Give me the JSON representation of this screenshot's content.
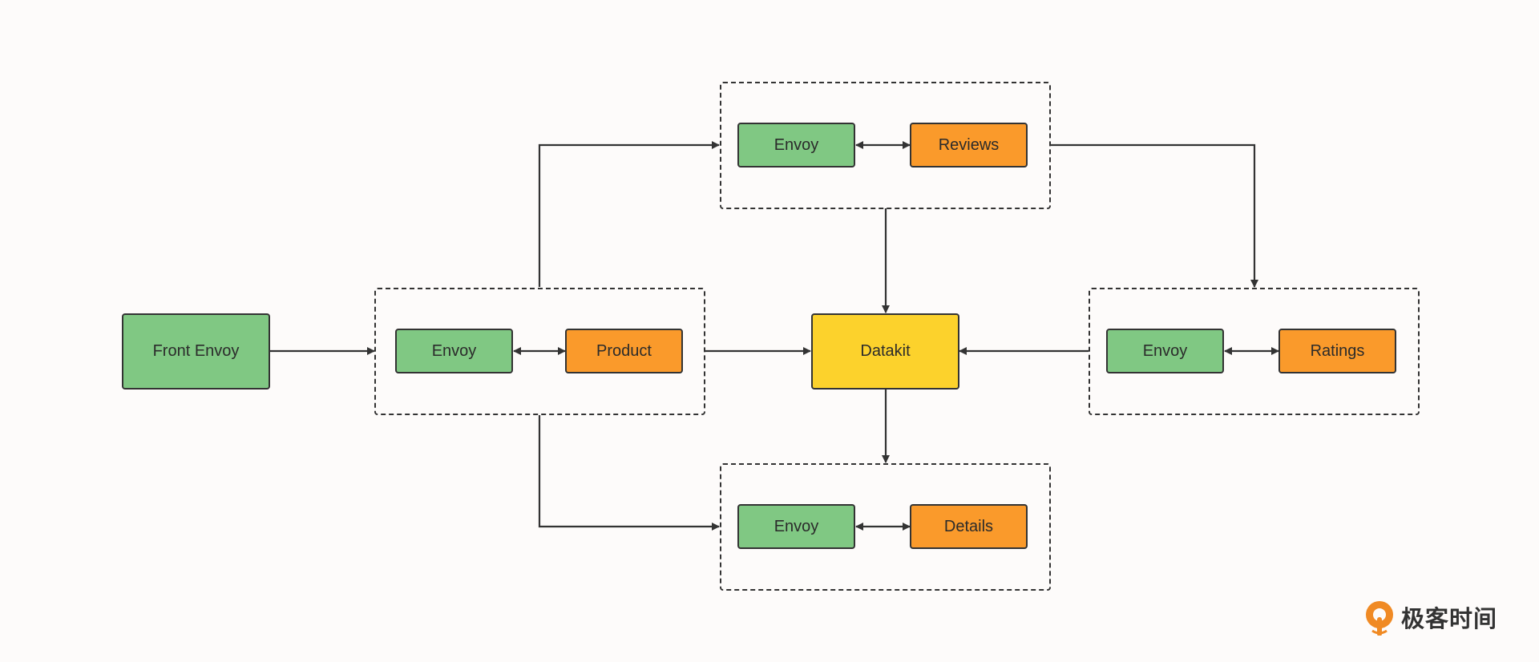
{
  "nodes": {
    "front_envoy": "Front Envoy",
    "product_envoy": "Envoy",
    "product": "Product",
    "reviews_envoy": "Envoy",
    "reviews": "Reviews",
    "details_envoy": "Envoy",
    "details": "Details",
    "ratings_envoy": "Envoy",
    "ratings": "Ratings",
    "datakit": "Datakit"
  },
  "colors": {
    "envoy": "#80c883",
    "service": "#fa9a2b",
    "datakit": "#fcd22c",
    "line": "#333333",
    "background": "#fdfbfa",
    "logo_accent": "#f08a24"
  },
  "connections": [
    {
      "from": "Front Envoy",
      "to": "Product group",
      "arrow": "single"
    },
    {
      "from": "Product group",
      "to": "Reviews group",
      "arrow": "single"
    },
    {
      "from": "Product group",
      "to": "Details group",
      "arrow": "single"
    },
    {
      "from": "Product group",
      "to": "Datakit",
      "arrow": "single"
    },
    {
      "from": "Reviews group",
      "to": "Ratings group",
      "arrow": "single"
    },
    {
      "from": "Reviews group",
      "to": "Datakit",
      "arrow": "single"
    },
    {
      "from": "Ratings group",
      "to": "Datakit",
      "arrow": "single"
    },
    {
      "from": "Datakit",
      "to": "Details group",
      "arrow": "single"
    },
    {
      "from": "Envoy",
      "to": "Product",
      "arrow": "double"
    },
    {
      "from": "Envoy",
      "to": "Reviews",
      "arrow": "double"
    },
    {
      "from": "Envoy",
      "to": "Details",
      "arrow": "double"
    },
    {
      "from": "Envoy",
      "to": "Ratings",
      "arrow": "double"
    }
  ],
  "logo": {
    "text": "极客时间",
    "icon": "geektime-logo-icon"
  }
}
